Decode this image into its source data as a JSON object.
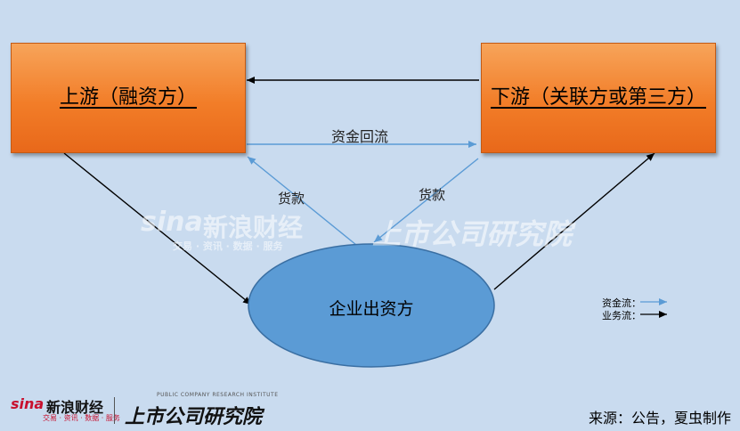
{
  "nodes": {
    "upstream": "上游（融资方）",
    "downstream": "下游（关联方或第三方）",
    "company": "企业出资方"
  },
  "edge_labels": {
    "capital_return": "资金回流",
    "loan_left": "货款",
    "loan_right": "货款"
  },
  "legend": {
    "capital_flow": "资金流：",
    "business_flow": "业务流："
  },
  "colors": {
    "capital_flow": "#5b9bd5",
    "business_flow": "#000000",
    "node_box": "#f27d28",
    "ellipse": "#5b9bd5"
  },
  "watermark": {
    "sina_logo": "sina",
    "sina_name": "新浪财经",
    "sina_tagline": "交易 · 资讯 · 数据 · 服务",
    "research": "上市公司研究院"
  },
  "footer": {
    "source": "来源：公告，夏虫制作",
    "sina_logo": "sina",
    "sina_name": "新浪财经",
    "sina_tagline": "交易 · 资讯 · 数据 · 服务",
    "research": "上市公司研究院",
    "research_en": "PUBLIC COMPANY RESEARCH INSTITUTE"
  }
}
